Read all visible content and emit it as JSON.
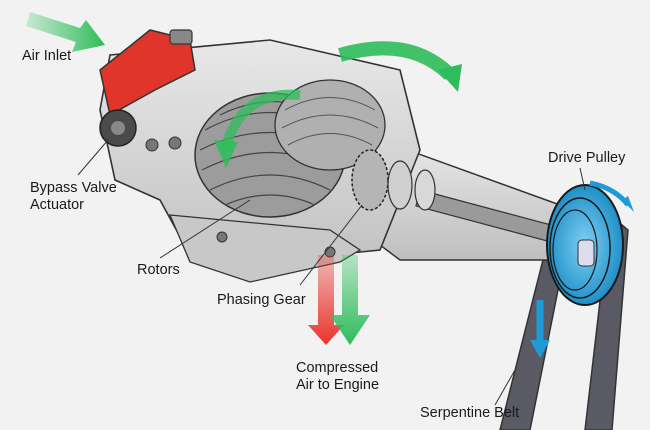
{
  "labels": {
    "air_inlet": "Air Inlet",
    "bypass_valve_actuator": [
      "Bypass Valve",
      "Actuator"
    ],
    "rotors": "Rotors",
    "phasing_gear": "Phasing Gear",
    "compressed_air": [
      "Compressed",
      "Air to Engine"
    ],
    "drive_pulley": "Drive Pulley",
    "serpentine_belt": "Serpentine Belt"
  },
  "colors": {
    "background": "#f2f2f2",
    "housing": "#dadada",
    "housing_shadow": "#b9b9b9",
    "outline": "#333333",
    "inlet_red": "#e0352a",
    "airflow_green": "#2dbd5a",
    "compressed_red": "#e8342c",
    "pulley_blue": "#2aa7df",
    "belt": "#5a5a64",
    "rotation_blue": "#1e9bd7"
  },
  "icons": [
    "airflow-arrow-icon",
    "rotation-arrow-icon",
    "output-arrow-icon"
  ]
}
